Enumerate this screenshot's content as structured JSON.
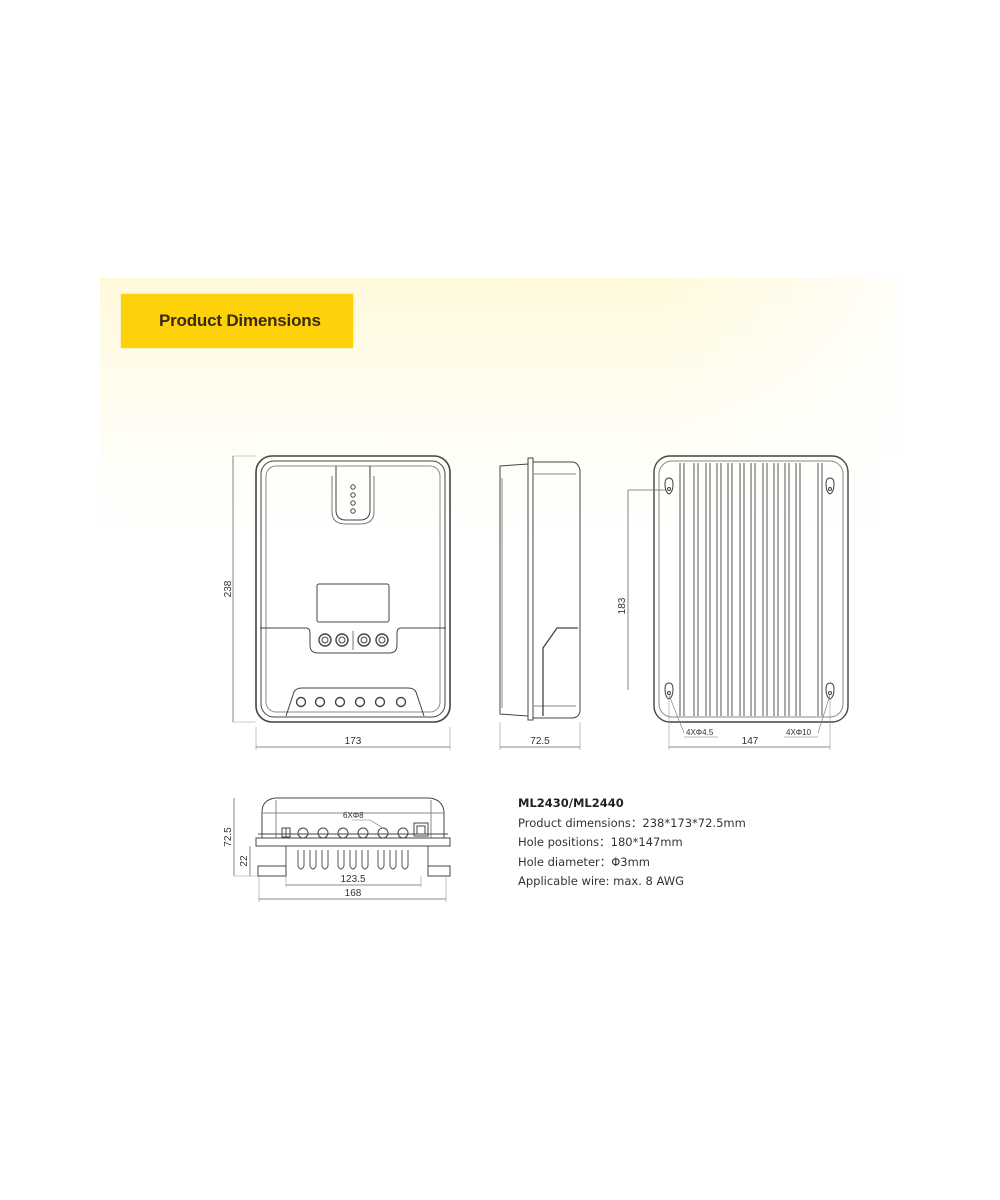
{
  "section": {
    "title": "Product Dimensions",
    "colors": {
      "title_bg": "#fdd20a",
      "title_text": "#3a2a10",
      "panel_gradient": "#fff8d7",
      "line": "#444444"
    }
  },
  "views": {
    "front": {
      "height_label": "238",
      "width_label": "173"
    },
    "side": {
      "depth_label": "72.5"
    },
    "back": {
      "hole_vertical_label": "183",
      "hole_horizontal_label": "147",
      "small_hole_label": "4XΦ4.5",
      "large_hole_label": "4XΦ10"
    },
    "bottom": {
      "height_label": "72.5",
      "fin_label": "22",
      "inner_width_label": "123.5",
      "width_label": "168",
      "terminal_label": "6XΦ8"
    }
  },
  "specs": {
    "model": "ML2430/ML2440",
    "lines": [
      "Product dimensions：238*173*72.5mm",
      "Hole positions：180*147mm",
      "Hole diameter：Φ3mm",
      "Applicable wire: max. 8 AWG"
    ]
  }
}
